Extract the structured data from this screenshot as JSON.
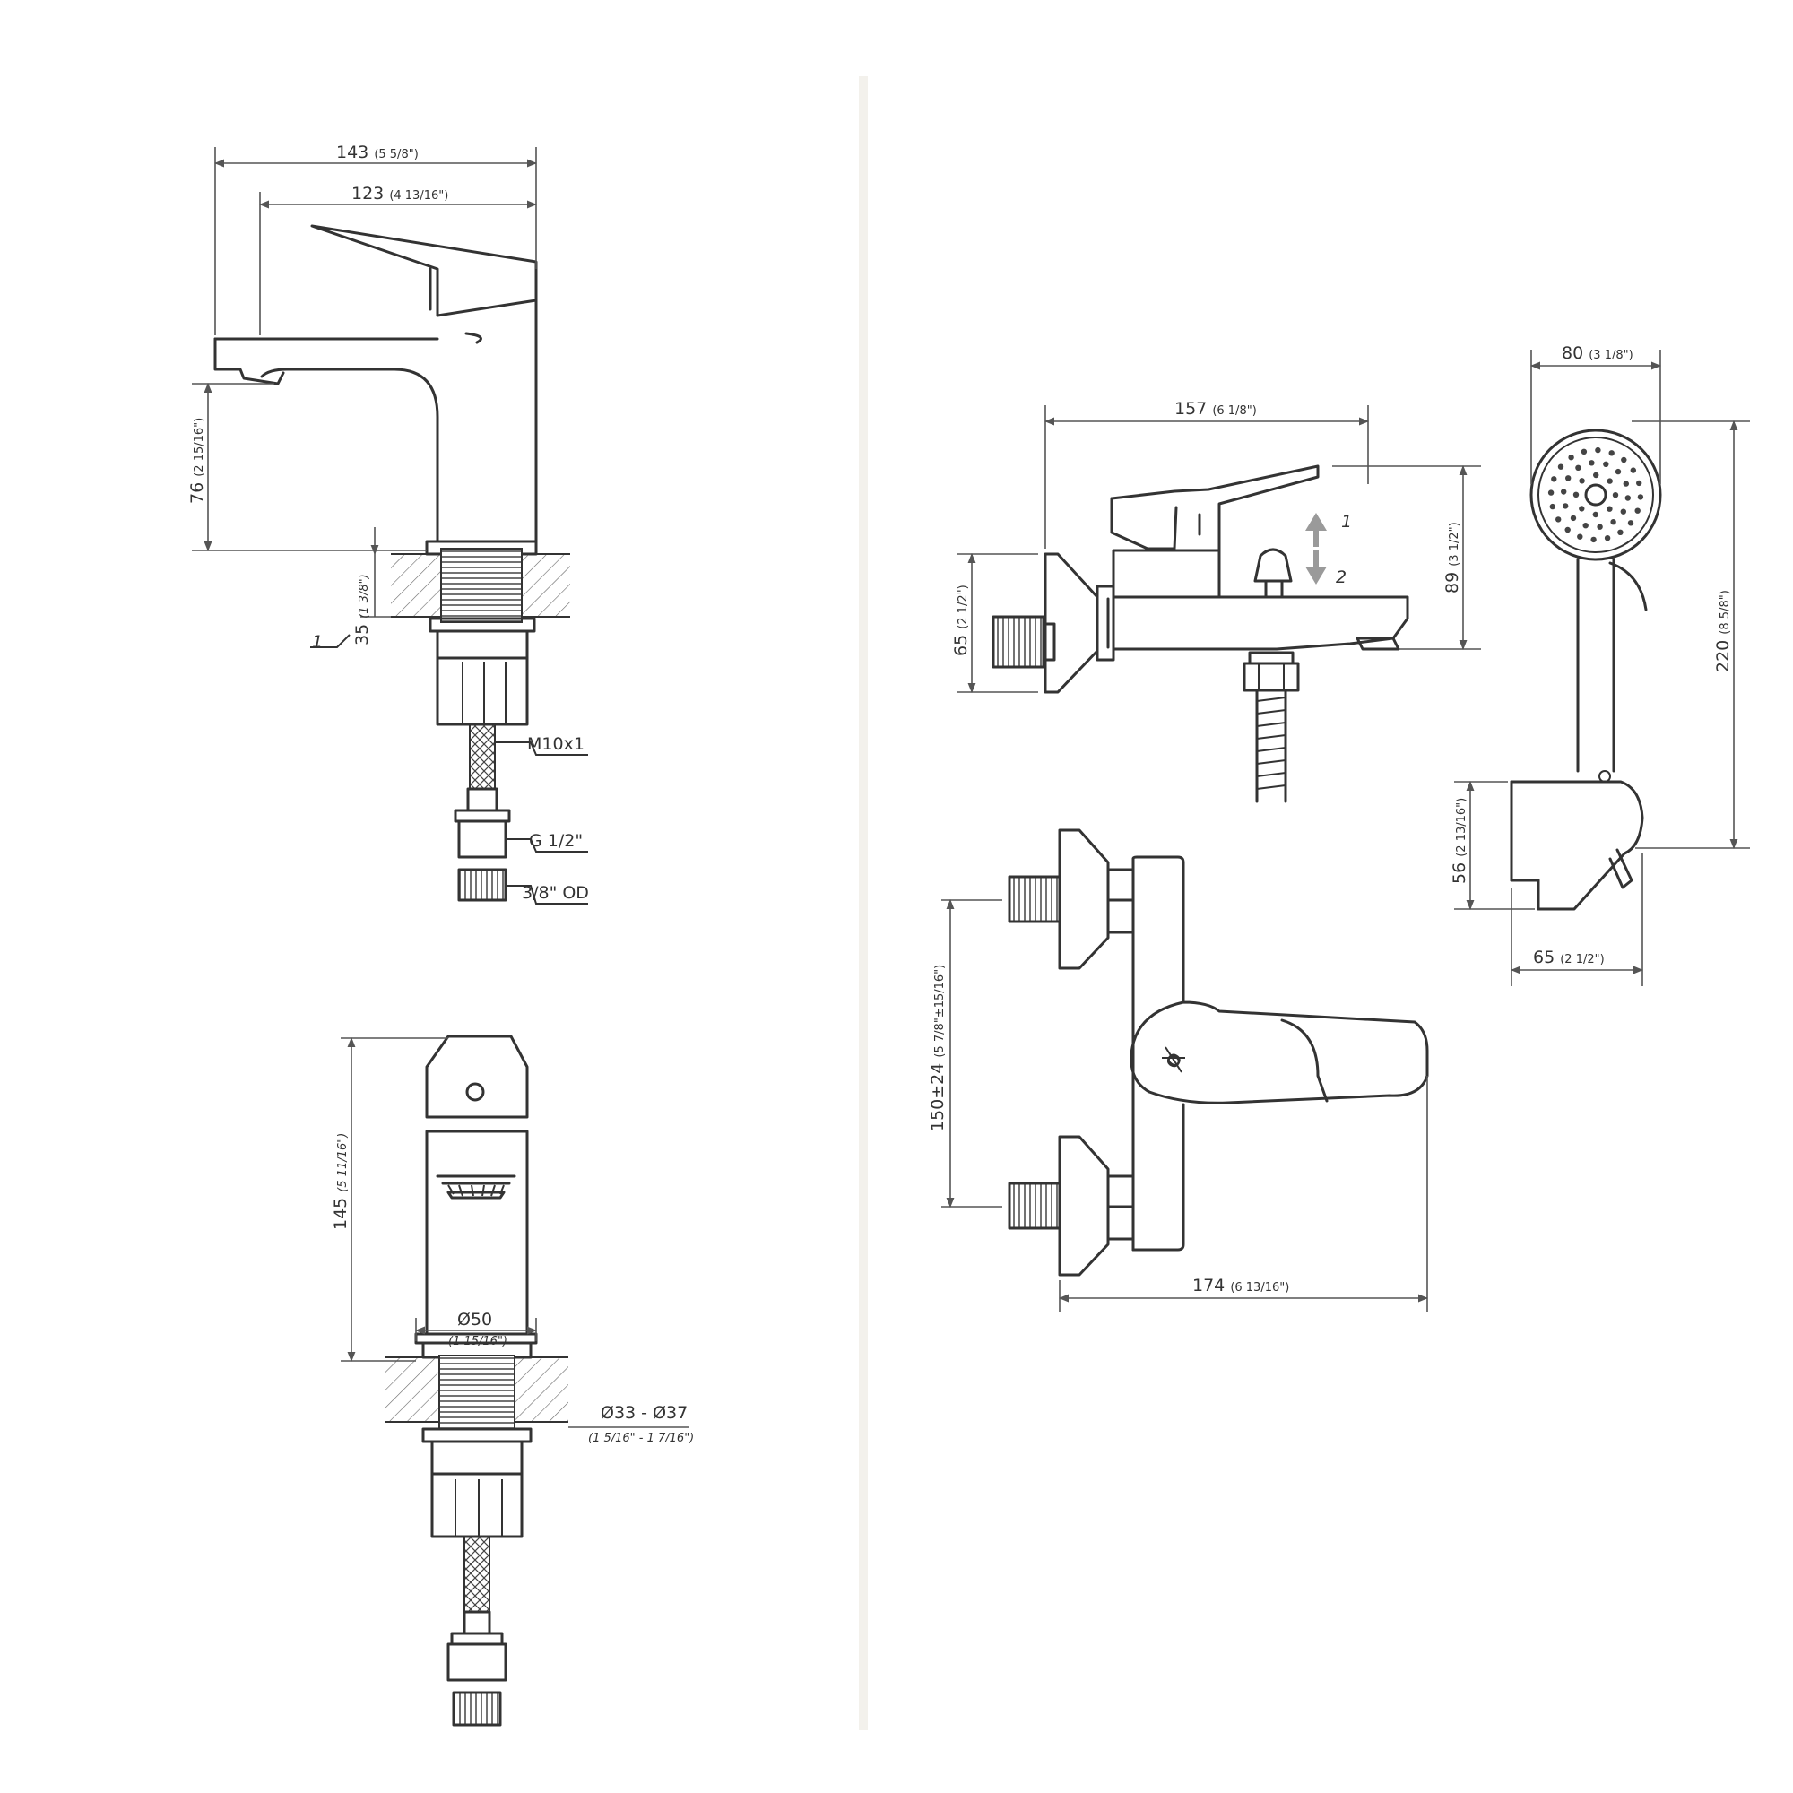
{
  "colors": {
    "line": "#333333",
    "divider": "#f3f1ec",
    "arrow": "#9a9a9a"
  },
  "basin_side": {
    "dim_total": {
      "value": "143",
      "inch": "(5 5/8\")"
    },
    "dim_spout": {
      "value": "123",
      "inch": "(4 13/16\")"
    },
    "dim_height": {
      "value": "76",
      "inch": "(2 15/16\")"
    },
    "dim_deck": {
      "value": "35",
      "inch": "(1 3/8\")"
    },
    "callout_1": "1",
    "label_m10": "M10x1",
    "label_g12": "G 1/2\"",
    "label_od": "3/8\" OD"
  },
  "basin_front": {
    "dim_height": {
      "value": "145",
      "inch": "(5 11/16\")"
    },
    "dim_dia": {
      "value": "Ø50",
      "inch": "(1 15/16\")"
    },
    "dim_hole": {
      "value": "Ø33 - Ø37",
      "inch": "(1 5/16\" - 1 7/16\")"
    }
  },
  "bath_side": {
    "dim_width": {
      "value": "157",
      "inch": "(6 1/8\")"
    },
    "dim_height": {
      "value": "89",
      "inch": "(3 1/2\")"
    },
    "dim_flange": {
      "value": "65",
      "inch": "(2 1/2\")"
    },
    "arrow_1": "1",
    "arrow_2": "2"
  },
  "bath_top": {
    "dim_centers": {
      "value": "150±24",
      "inch": "(5 7/8\"±15/16\")"
    },
    "dim_width": {
      "value": "174",
      "inch": "(6 13/16\")"
    }
  },
  "shower": {
    "dim_width": {
      "value": "80",
      "inch": "(3 1/8\")"
    },
    "dim_height": {
      "value": "220",
      "inch": "(8 5/8\")"
    },
    "dim_holder_h": {
      "value": "56",
      "inch": "(2 13/16\")"
    },
    "dim_holder_w": {
      "value": "65",
      "inch": "(2 1/2\")"
    }
  }
}
